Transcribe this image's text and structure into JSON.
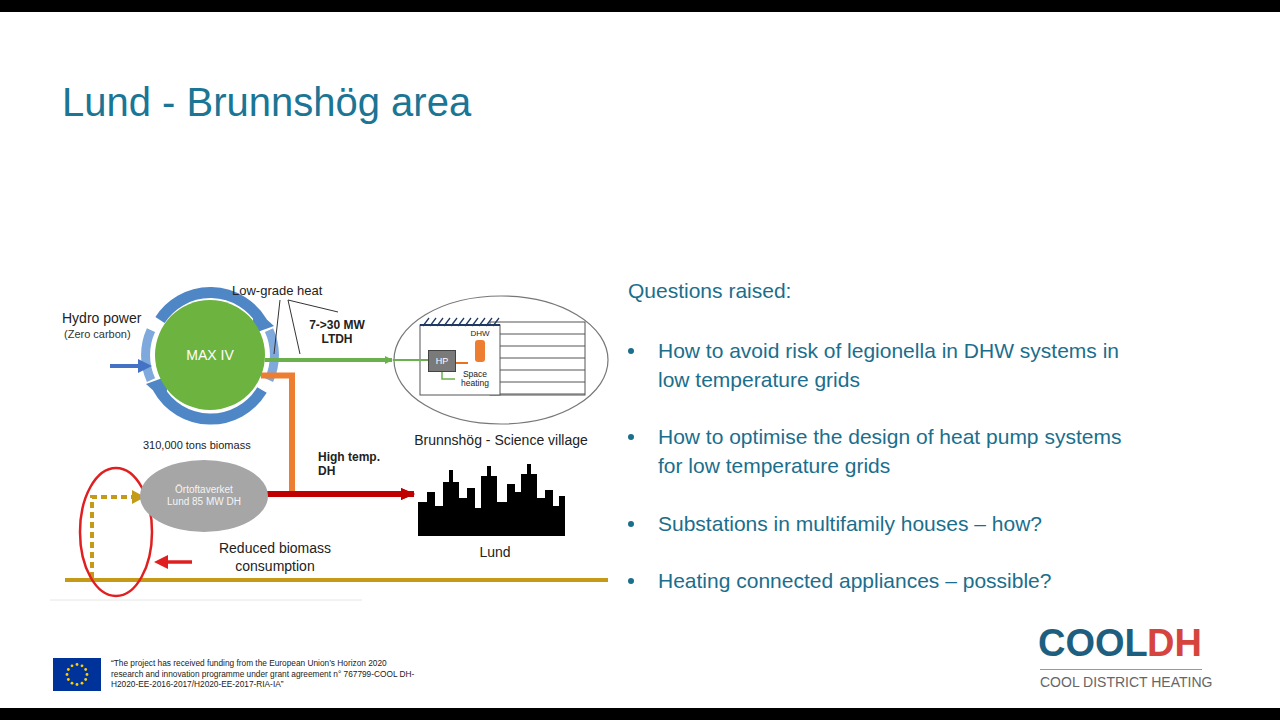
{
  "diagram": {
    "title": "Lund - Brunnshög area",
    "nodes": [
      {
        "text": [
          "MAX IV"
        ]
      },
      {
        "text": [
          "Brunnshög - Science village"
        ]
      },
      {
        "text": [
          "HP"
        ],
        "in": 1
      },
      {
        "text": [
          "DHW"
        ],
        "in": 1
      },
      {
        "text": [
          "Örtoftaverket Lund 85 MW DH"
        ]
      },
      {
        "text": [
          "Lund"
        ]
      }
    ],
    "edges": [
      {
        "from": 0,
        "to": 1,
        "arrow": "to",
        "label": "7->30 MW LTDH"
      },
      {
        "from": 0,
        "to": 5,
        "arrow": "to",
        "label": "High temp. DH"
      },
      {
        "from": 4,
        "to": 5,
        "arrow": "to"
      }
    ],
    "labels": [
      "Hydro power",
      "(Zero carbon)",
      "Low-grade heat",
      "310,000 tons biomass",
      "Reduced biomass consumption",
      "Space heating",
      "Questions raised:",
      "How to avoid risk of legionella in DHW systems in low temperature grids",
      "How to optimise the design of heat pump systems for low temperature grids",
      "Substations in multifamily houses – how?",
      "Heating connected appliances – possible?",
      "“The project has received funding from the European Union’s Horizon 2020 research and innovation programme under grant agreement n° 767799-COOL DH- H2020-EE-2016-2017/H2020-EE-2017-RIA-IA”",
      "COOL",
      "DH",
      "COOL DISTRICT HEATING"
    ]
  }
}
